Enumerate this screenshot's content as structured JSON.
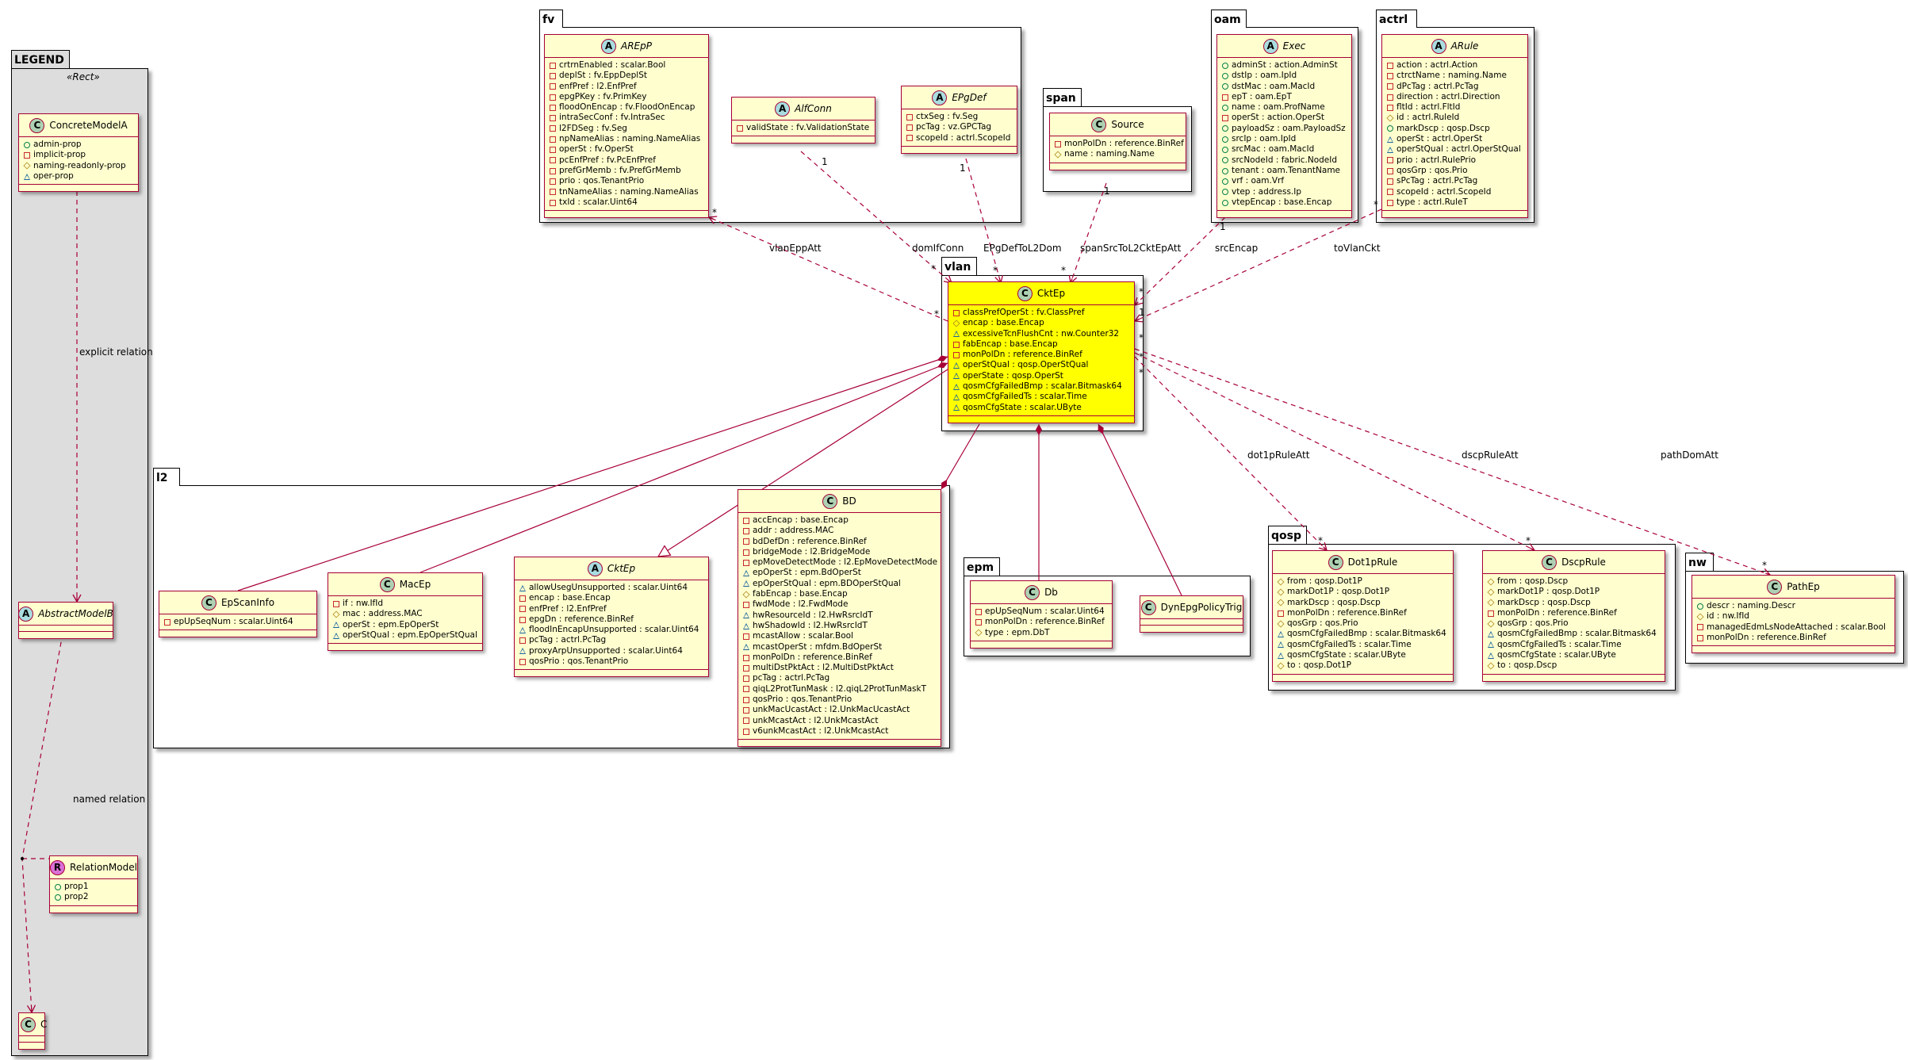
{
  "colors": {
    "class_fill": "#FEFECE",
    "class_border": "#A80036",
    "highlight_fill": "#FFFF00",
    "legend_bg": "#DDDDDD",
    "icon_class": "#ADD1B2",
    "icon_abstract": "#A9DCDF",
    "icon_relation": "#DA70D6"
  },
  "legend": {
    "stereotype": "«Rect»",
    "explicit_relation": "explicit relation",
    "named_relation": "named relation"
  },
  "packages": [
    {
      "id": "legend",
      "name": "LEGEND"
    },
    {
      "id": "fv",
      "name": "fv"
    },
    {
      "id": "span",
      "name": "span"
    },
    {
      "id": "oam",
      "name": "oam"
    },
    {
      "id": "actrl",
      "name": "actrl"
    },
    {
      "id": "vlan",
      "name": "vlan"
    },
    {
      "id": "l2",
      "name": "l2"
    },
    {
      "id": "epm",
      "name": "epm"
    },
    {
      "id": "qosp",
      "name": "qosp"
    },
    {
      "id": "nw",
      "name": "nw"
    }
  ],
  "classes": [
    {
      "id": "ConcreteModelA",
      "kind": "C",
      "name": "ConcreteModelA",
      "abstract": false,
      "attrs": [
        [
          "public",
          "admin-prop"
        ],
        [
          "private",
          "implicit-prop"
        ],
        [
          "protected",
          "naming-readonly-prop"
        ],
        [
          "package",
          "oper-prop"
        ]
      ]
    },
    {
      "id": "AbstractModelB",
      "kind": "A",
      "name": "AbstractModelB",
      "abstract": true,
      "attrs": []
    },
    {
      "id": "RelationModel",
      "kind": "R",
      "name": "RelationModel",
      "abstract": false,
      "attrs": [
        [
          "public",
          "prop1"
        ],
        [
          "public",
          "prop2"
        ]
      ]
    },
    {
      "id": "C",
      "kind": "C",
      "name": "C",
      "abstract": false,
      "attrs": []
    },
    {
      "id": "AREpP",
      "kind": "A",
      "name": "AREpP",
      "abstract": true,
      "attrs": [
        [
          "private",
          "crtrnEnabled : scalar.Bool"
        ],
        [
          "private",
          "deplSt : fv.EppDeplSt"
        ],
        [
          "private",
          "enfPref : l2.EnfPref"
        ],
        [
          "private",
          "epgPKey : fv.PrimKey"
        ],
        [
          "private",
          "floodOnEncap : fv.FloodOnEncap"
        ],
        [
          "private",
          "intraSecConf : fv.IntraSec"
        ],
        [
          "private",
          "l2FDSeg : fv.Seg"
        ],
        [
          "private",
          "npNameAlias : naming.NameAlias"
        ],
        [
          "private",
          "operSt : fv.OperSt"
        ],
        [
          "private",
          "pcEnfPref : fv.PcEnfPref"
        ],
        [
          "private",
          "prefGrMemb : fv.PrefGrMemb"
        ],
        [
          "private",
          "prio : qos.TenantPrio"
        ],
        [
          "private",
          "tnNameAlias : naming.NameAlias"
        ],
        [
          "private",
          "txId : scalar.Uint64"
        ]
      ]
    },
    {
      "id": "AlfConn",
      "kind": "A",
      "name": "AlfConn",
      "abstract": true,
      "attrs": [
        [
          "private",
          "validState : fv.ValidationState"
        ]
      ]
    },
    {
      "id": "EPgDef",
      "kind": "A",
      "name": "EPgDef",
      "abstract": true,
      "attrs": [
        [
          "private",
          "ctxSeg : fv.Seg"
        ],
        [
          "private",
          "pcTag : vz.GPCTag"
        ],
        [
          "private",
          "scopeId : actrl.ScopeId"
        ]
      ]
    },
    {
      "id": "Source",
      "kind": "C",
      "name": "Source",
      "abstract": false,
      "attrs": [
        [
          "private",
          "monPolDn : reference.BinRef"
        ],
        [
          "protected",
          "name : naming.Name"
        ]
      ]
    },
    {
      "id": "Exec",
      "kind": "A",
      "name": "Exec",
      "abstract": true,
      "attrs": [
        [
          "public",
          "adminSt : action.AdminSt"
        ],
        [
          "public",
          "dstIp : oam.IpId"
        ],
        [
          "public",
          "dstMac : oam.MacId"
        ],
        [
          "private",
          "epT : oam.EpT"
        ],
        [
          "public",
          "name : oam.ProfName"
        ],
        [
          "private",
          "operSt : action.OperSt"
        ],
        [
          "public",
          "payloadSz : oam.PayloadSz"
        ],
        [
          "public",
          "srcIp : oam.IpId"
        ],
        [
          "public",
          "srcMac : oam.MacId"
        ],
        [
          "public",
          "srcNodeId : fabric.NodeId"
        ],
        [
          "public",
          "tenant : oam.TenantName"
        ],
        [
          "public",
          "vrf : oam.Vrf"
        ],
        [
          "public",
          "vtep : address.Ip"
        ],
        [
          "public",
          "vtepEncap : base.Encap"
        ]
      ]
    },
    {
      "id": "ARule",
      "kind": "A",
      "name": "ARule",
      "abstract": true,
      "attrs": [
        [
          "private",
          "action : actrl.Action"
        ],
        [
          "private",
          "ctrctName : naming.Name"
        ],
        [
          "private",
          "dPcTag : actrl.PcTag"
        ],
        [
          "private",
          "direction : actrl.Direction"
        ],
        [
          "private",
          "fltId : actrl.FltId"
        ],
        [
          "protected",
          "id : actrl.RuleId"
        ],
        [
          "public",
          "markDscp : qosp.Dscp"
        ],
        [
          "package",
          "operSt : actrl.OperSt"
        ],
        [
          "package",
          "operStQual : actrl.OperStQual"
        ],
        [
          "private",
          "prio : actrl.RulePrio"
        ],
        [
          "private",
          "qosGrp : qos.Prio"
        ],
        [
          "private",
          "sPcTag : actrl.PcTag"
        ],
        [
          "private",
          "scopeId : actrl.ScopeId"
        ],
        [
          "private",
          "type : actrl.RuleT"
        ]
      ]
    },
    {
      "id": "CktEpVlan",
      "kind": "C",
      "name": "CktEp",
      "abstract": false,
      "highlight": true,
      "attrs": [
        [
          "private",
          "classPrefOperSt : fv.ClassPref"
        ],
        [
          "protected",
          "encap : base.Encap"
        ],
        [
          "package",
          "excessiveTcnFlushCnt : nw.Counter32"
        ],
        [
          "private",
          "fabEncap : base.Encap"
        ],
        [
          "private",
          "monPolDn : reference.BinRef"
        ],
        [
          "package",
          "operStQual : qosp.OperStQual"
        ],
        [
          "package",
          "operState : qosp.OperSt"
        ],
        [
          "package",
          "qosmCfgFailedBmp : scalar.Bitmask64"
        ],
        [
          "package",
          "qosmCfgFailedTs : scalar.Time"
        ],
        [
          "package",
          "qosmCfgState : scalar.UByte"
        ]
      ]
    },
    {
      "id": "EpScanInfo",
      "kind": "C",
      "name": "EpScanInfo",
      "abstract": false,
      "attrs": [
        [
          "private",
          "epUpSeqNum : scalar.Uint64"
        ]
      ]
    },
    {
      "id": "MacEp",
      "kind": "C",
      "name": "MacEp",
      "abstract": false,
      "attrs": [
        [
          "private",
          "if : nw.IfId"
        ],
        [
          "protected",
          "mac : address.MAC"
        ],
        [
          "package",
          "operSt : epm.EpOperSt"
        ],
        [
          "package",
          "operStQual : epm.EpOperStQual"
        ]
      ]
    },
    {
      "id": "CktEpL2",
      "kind": "A",
      "name": "CktEp",
      "abstract": true,
      "attrs": [
        [
          "package",
          "allowUsegUnsupported : scalar.Uint64"
        ],
        [
          "private",
          "encap : base.Encap"
        ],
        [
          "private",
          "enfPref : l2.EnfPref"
        ],
        [
          "private",
          "epgDn : reference.BinRef"
        ],
        [
          "package",
          "floodInEncapUnsupported : scalar.Uint64"
        ],
        [
          "private",
          "pcTag : actrl.PcTag"
        ],
        [
          "package",
          "proxyArpUnsupported : scalar.Uint64"
        ],
        [
          "private",
          "qosPrio : qos.TenantPrio"
        ]
      ]
    },
    {
      "id": "BD",
      "kind": "C",
      "name": "BD",
      "abstract": false,
      "attrs": [
        [
          "private",
          "accEncap : base.Encap"
        ],
        [
          "private",
          "addr : address.MAC"
        ],
        [
          "private",
          "bdDefDn : reference.BinRef"
        ],
        [
          "private",
          "bridgeMode : l2.BridgeMode"
        ],
        [
          "private",
          "epMoveDetectMode : l2.EpMoveDetectMode"
        ],
        [
          "package",
          "epOperSt : epm.BdOperSt"
        ],
        [
          "package",
          "epOperStQual : epm.BDOperStQual"
        ],
        [
          "protected",
          "fabEncap : base.Encap"
        ],
        [
          "private",
          "fwdMode : l2.FwdMode"
        ],
        [
          "package",
          "hwResourceId : l2.HwRsrcIdT"
        ],
        [
          "package",
          "hwShadowId : l2.HwRsrcIdT"
        ],
        [
          "private",
          "mcastAllow : scalar.Bool"
        ],
        [
          "package",
          "mcastOperSt : mfdm.BdOperSt"
        ],
        [
          "private",
          "monPolDn : reference.BinRef"
        ],
        [
          "private",
          "multiDstPktAct : l2.MultiDstPktAct"
        ],
        [
          "private",
          "pcTag : actrl.PcTag"
        ],
        [
          "private",
          "qiqL2ProtTunMask : l2.qiqL2ProtTunMaskT"
        ],
        [
          "private",
          "qosPrio : qos.TenantPrio"
        ],
        [
          "private",
          "unkMacUcastAct : l2.UnkMacUcastAct"
        ],
        [
          "private",
          "unkMcastAct : l2.UnkMcastAct"
        ],
        [
          "private",
          "v6unkMcastAct : l2.UnkMcastAct"
        ]
      ]
    },
    {
      "id": "Db",
      "kind": "C",
      "name": "Db",
      "abstract": false,
      "attrs": [
        [
          "private",
          "epUpSeqNum : scalar.Uint64"
        ],
        [
          "private",
          "monPolDn : reference.BinRef"
        ],
        [
          "protected",
          "type : epm.DbT"
        ]
      ]
    },
    {
      "id": "DynEpgPolicyTrig",
      "kind": "C",
      "name": "DynEpgPolicyTrig",
      "abstract": false,
      "attrs": []
    },
    {
      "id": "Dot1pRule",
      "kind": "C",
      "name": "Dot1pRule",
      "abstract": false,
      "attrs": [
        [
          "protected",
          "from : qosp.Dot1P"
        ],
        [
          "protected",
          "markDot1P : qosp.Dot1P"
        ],
        [
          "protected",
          "markDscp : qosp.Dscp"
        ],
        [
          "private",
          "monPolDn : reference.BinRef"
        ],
        [
          "protected",
          "qosGrp : qos.Prio"
        ],
        [
          "package",
          "qosmCfgFailedBmp : scalar.Bitmask64"
        ],
        [
          "package",
          "qosmCfgFailedTs : scalar.Time"
        ],
        [
          "package",
          "qosmCfgState : scalar.UByte"
        ],
        [
          "protected",
          "to : qosp.Dot1P"
        ]
      ]
    },
    {
      "id": "DscpRule",
      "kind": "C",
      "name": "DscpRule",
      "abstract": false,
      "attrs": [
        [
          "protected",
          "from : qosp.Dscp"
        ],
        [
          "protected",
          "markDot1P : qosp.Dot1P"
        ],
        [
          "protected",
          "markDscp : qosp.Dscp"
        ],
        [
          "private",
          "monPolDn : reference.BinRef"
        ],
        [
          "protected",
          "qosGrp : qos.Prio"
        ],
        [
          "package",
          "qosmCfgFailedBmp : scalar.Bitmask64"
        ],
        [
          "package",
          "qosmCfgFailedTs : scalar.Time"
        ],
        [
          "package",
          "qosmCfgState : scalar.UByte"
        ],
        [
          "protected",
          "to : qosp.Dscp"
        ]
      ]
    },
    {
      "id": "PathEp",
      "kind": "C",
      "name": "PathEp",
      "abstract": false,
      "attrs": [
        [
          "public",
          "descr : naming.Descr"
        ],
        [
          "protected",
          "id : nw.IfId"
        ],
        [
          "private",
          "managedEdmLsNodeAttached : scalar.Bool"
        ],
        [
          "private",
          "monPolDn : reference.BinRef"
        ]
      ]
    }
  ],
  "edges": [
    {
      "id": "vlanEppAtt",
      "label": "vlanEppAtt",
      "mults": [
        "*",
        "*"
      ]
    },
    {
      "id": "domIfConn",
      "label": "domIfConn",
      "mults": [
        "1",
        "*"
      ]
    },
    {
      "id": "EPgDefToL2Dom",
      "label": "EPgDefToL2Dom",
      "mults": [
        "1",
        "*"
      ]
    },
    {
      "id": "spanSrcToL2CktEpAtt",
      "label": "spanSrcToL2CktEpAtt",
      "mults": [
        "1",
        "*"
      ]
    },
    {
      "id": "srcEncap",
      "label": "srcEncap",
      "mults": [
        "1",
        "*"
      ]
    },
    {
      "id": "toVlanCkt",
      "label": "toVlanCkt",
      "mults": [
        "*",
        "1"
      ]
    },
    {
      "id": "dot1pRuleAtt",
      "label": "dot1pRuleAtt",
      "mults": [
        "*",
        "*"
      ]
    },
    {
      "id": "dscpRuleAtt",
      "label": "dscpRuleAtt",
      "mults": [
        "*",
        "*"
      ]
    },
    {
      "id": "pathDomAtt",
      "label": "pathDomAtt",
      "mults": [
        "*",
        "*"
      ]
    }
  ]
}
